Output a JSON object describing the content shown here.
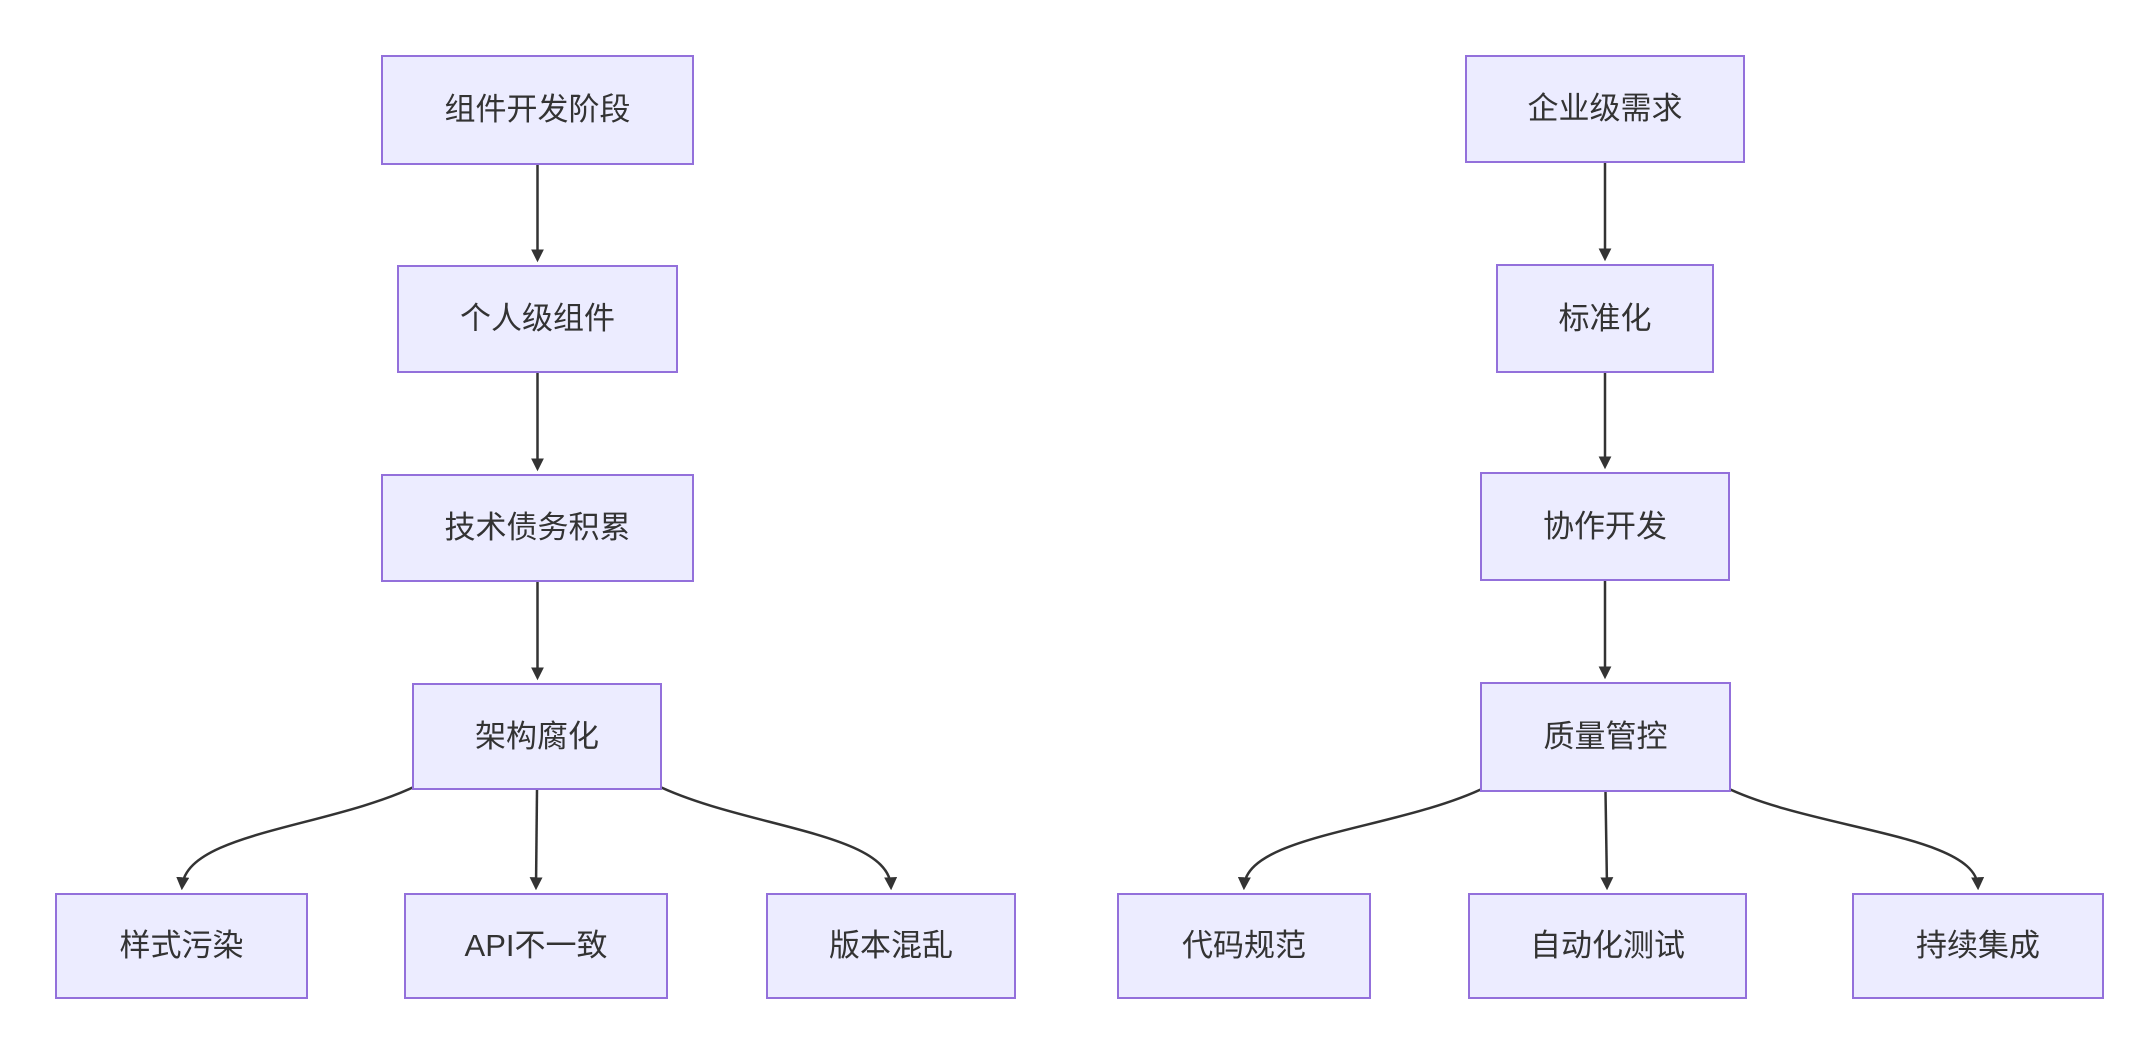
{
  "theme": {
    "background": "#ffffff",
    "node-fill": "#ECECFF",
    "node-border": "#9370DB",
    "node-text": "#333333",
    "edge-color": "#333333"
  },
  "left_flow": {
    "nodes": {
      "stage": "组件开发阶段",
      "personal": "个人级组件",
      "debt": "技术债务积累",
      "decay": "架构腐化",
      "style_pollution": "样式污染",
      "api_inconsistency": "API不一致",
      "version_chaos": "版本混乱"
    },
    "edges": [
      {
        "from": "组件开发阶段",
        "to": "个人级组件"
      },
      {
        "from": "个人级组件",
        "to": "技术债务积累"
      },
      {
        "from": "技术债务积累",
        "to": "架构腐化"
      },
      {
        "from": "架构腐化",
        "to": "样式污染"
      },
      {
        "from": "架构腐化",
        "to": "API不一致"
      },
      {
        "from": "架构腐化",
        "to": "版本混乱"
      }
    ]
  },
  "right_flow": {
    "nodes": {
      "enterprise": "企业级需求",
      "standardization": "标准化",
      "collaboration": "协作开发",
      "quality": "质量管控",
      "code_standards": "代码规范",
      "automated_testing": "自动化测试",
      "continuous_integration": "持续集成"
    },
    "edges": [
      {
        "from": "企业级需求",
        "to": "标准化"
      },
      {
        "from": "标准化",
        "to": "协作开发"
      },
      {
        "from": "协作开发",
        "to": "质量管控"
      },
      {
        "from": "质量管控",
        "to": "代码规范"
      },
      {
        "from": "质量管控",
        "to": "自动化测试"
      },
      {
        "from": "质量管控",
        "to": "持续集成"
      }
    ]
  }
}
